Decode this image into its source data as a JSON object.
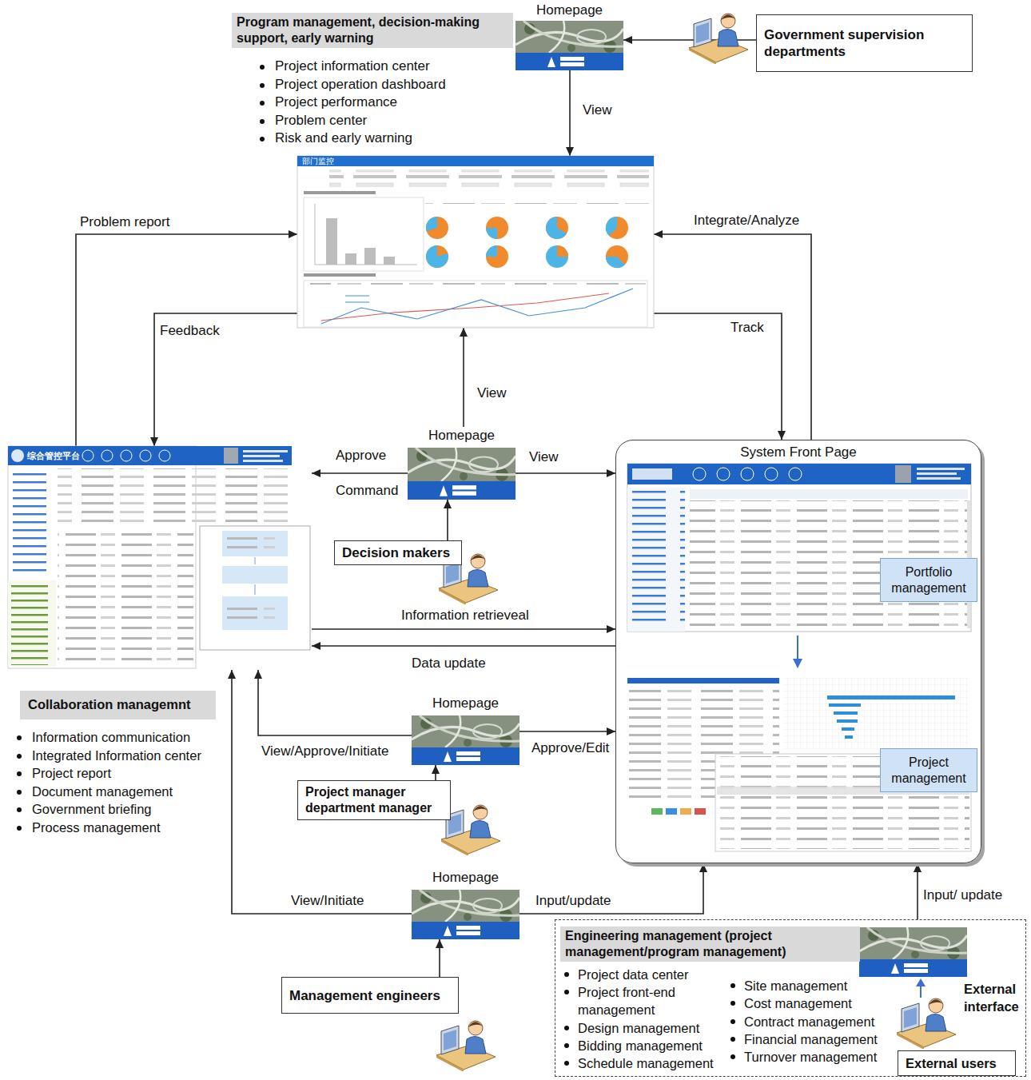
{
  "diagram": {
    "nodes": [
      {
        "text": [
          "Program management, decision-making support, early warning"
        ]
      },
      {
        "text": [
          "Homepage"
        ]
      },
      {
        "text": [
          "Government supervision departments"
        ]
      },
      {
        "text": [
          "部门监控"
        ]
      },
      {
        "text": [
          "综合管控平台"
        ]
      },
      {
        "text": [
          "Homepage"
        ]
      },
      {
        "text": [
          "System Front Page"
        ]
      },
      {
        "text": [
          "Portfolio management"
        ],
        "in": 6
      },
      {
        "text": [
          "Project management"
        ],
        "in": 6
      },
      {
        "text": [
          "Decision makers"
        ]
      },
      {
        "text": [
          "Collaboration managemnt"
        ]
      },
      {
        "text": [
          "Homepage"
        ]
      },
      {
        "text": [
          "Project manager department manager"
        ]
      },
      {
        "text": [
          "Homepage"
        ]
      },
      {
        "text": [
          "Management engineers"
        ]
      },
      {
        "text": [
          "Engineering management (project management/program management)",
          "Project data center",
          "Project front-end management",
          "Design management",
          "Bidding management",
          "Schedule management",
          "Site management",
          "Cost management",
          "Contract management",
          "Financial management",
          "Turnover management"
        ]
      },
      {
        "text": [
          "External users"
        ],
        "in": 15
      }
    ],
    "edges": [
      {
        "from": 2,
        "to": 1,
        "arrow": "to"
      },
      {
        "from": 1,
        "to": 3,
        "label": "View",
        "arrow": "to"
      },
      {
        "from": 4,
        "to": 3,
        "label": "Problem report",
        "arrow": "to"
      },
      {
        "from": 3,
        "to": 4,
        "label": "Feedback",
        "arrow": "to"
      },
      {
        "from": 6,
        "to": 3,
        "label": "Integrate/Analyze",
        "arrow": "to"
      },
      {
        "from": 3,
        "to": 6,
        "label": "Track",
        "arrow": "to"
      },
      {
        "from": 9,
        "to": 5,
        "arrow": "to"
      },
      {
        "from": 5,
        "to": 3,
        "label": "View",
        "arrow": "to"
      },
      {
        "from": 5,
        "to": 4,
        "label": "Approve",
        "arrow": "to"
      },
      {
        "from": 5,
        "to": 6,
        "label": "View",
        "arrow": "to"
      },
      {
        "from": 4,
        "to": 6,
        "label": "Information retrieveal",
        "arrow": "to"
      },
      {
        "from": 6,
        "to": 4,
        "label": "Data update",
        "arrow": "to"
      },
      {
        "from": 12,
        "to": 11,
        "arrow": "to"
      },
      {
        "from": 11,
        "to": 4,
        "label": "View/Approve/Initiate",
        "arrow": "to"
      },
      {
        "from": 11,
        "to": 6,
        "label": "Approve/Edit",
        "arrow": "to"
      },
      {
        "from": 14,
        "to": 13,
        "arrow": "to"
      },
      {
        "from": 13,
        "to": 4,
        "label": "View/Initiate",
        "arrow": "to"
      },
      {
        "from": 13,
        "to": 6,
        "label": "Input/update",
        "arrow": "to"
      },
      {
        "from": 15,
        "to": 6,
        "label": "Input/ update",
        "arrow": "to"
      }
    ],
    "labels": [
      "Project information center",
      "Project operation dashboard",
      "Project performance",
      "Problem center",
      "Risk and early warning",
      "Command",
      "Information communication",
      "Integrated Information center",
      "Project report",
      "Document management",
      "Government briefing",
      "Process management",
      "External interface"
    ]
  }
}
